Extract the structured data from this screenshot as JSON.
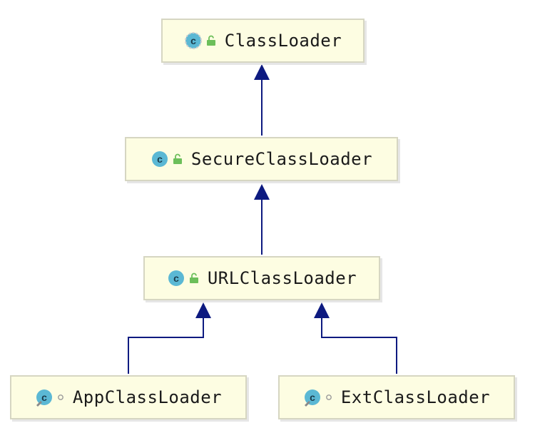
{
  "diagram": {
    "nodes": {
      "classloader": {
        "label": "ClassLoader",
        "icon": "abstract-class-icon",
        "visibility": "public-lock-icon"
      },
      "secure": {
        "label": "SecureClassLoader",
        "icon": "class-icon",
        "visibility": "public-lock-icon"
      },
      "url": {
        "label": "URLClassLoader",
        "icon": "class-icon",
        "visibility": "public-lock-icon"
      },
      "app": {
        "label": "AppClassLoader",
        "icon": "static-class-icon",
        "visibility": "package-private-dot-icon"
      },
      "ext": {
        "label": "ExtClassLoader",
        "icon": "static-class-icon",
        "visibility": "package-private-dot-icon"
      }
    },
    "edges": [
      {
        "from": "SecureClassLoader",
        "to": "ClassLoader",
        "type": "extends"
      },
      {
        "from": "URLClassLoader",
        "to": "SecureClassLoader",
        "type": "extends"
      },
      {
        "from": "AppClassLoader",
        "to": "URLClassLoader",
        "type": "extends"
      },
      {
        "from": "ExtClassLoader",
        "to": "URLClassLoader",
        "type": "extends"
      }
    ],
    "colors": {
      "edge": "#0d1a80",
      "node_fill": "#fdfde2",
      "node_border": "#d6d6c2",
      "class_icon": "#5bb8d4",
      "lock_icon": "#6cbf5a"
    }
  }
}
